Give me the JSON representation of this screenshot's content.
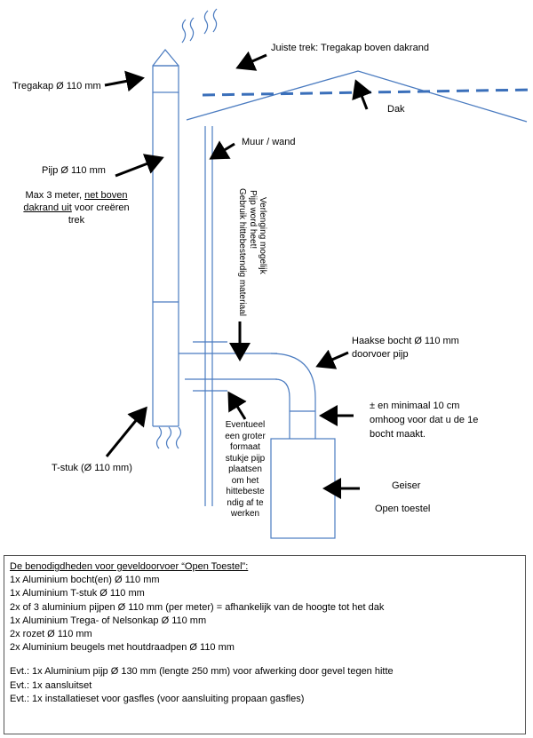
{
  "labels": {
    "tregakap": "Tregakap Ø 110 mm",
    "juiste_trek": "Juiste trek: Tregakap boven  dakrand",
    "dak": "Dak",
    "muur": "Muur / wand",
    "pijp": "Pijp Ø 110 mm",
    "max_pre": "Max 3 meter, ",
    "max_underline": "net boven dakrand uit",
    "max_post": " voor creëren trek",
    "vertical_1": "Verlenging mogelijk",
    "vertical_2": "Pijp word heet!",
    "vertical_3": "Gebruik hittebestendig materiaal",
    "haakse_bocht_1": "Haakse bocht Ø 110 mm",
    "haakse_bocht_2": "doorvoer pijp",
    "minimaal_1": "± en minimaal  10 cm",
    "minimaal_2": "omhoog voor dat u de 1e",
    "minimaal_3": "bocht maakt.",
    "eventueel": "Eventueel een groter formaat stukje pijp plaatsen om het hittebeste ndig af te werken",
    "tstuk": "T-stuk (Ø 110 mm)",
    "geiser": "Geiser",
    "open_toestel": "Open toestel"
  },
  "parts": {
    "heading": "De benodigdheden voor geveldoorvoer “Open Toestel”:",
    "items": [
      "1x Aluminium bocht(en) Ø 110 mm",
      "1x Aluminium T-stuk Ø 110 mm",
      "2x of 3 aluminium pijpen Ø 110 mm (per meter) = afhankelijk van de hoogte tot het dak",
      "1x Aluminium Trega- of Nelsonkap Ø 110 mm",
      "2x rozet Ø 110 mm",
      "2x Aluminium beugels met houtdraadpen Ø 110 mm"
    ],
    "extras": [
      "Evt.: 1x Aluminium pijp Ø 130 mm (lengte 250 mm) voor afwerking door gevel tegen hitte",
      "Evt.: 1x aansluitset",
      "Evt.: 1x installatieset voor gasfles  (voor aansluiting propaan gasfles)"
    ]
  },
  "colors": {
    "line": "#4a7bc0",
    "dashed_roofline": "#3a6fba",
    "arrow": "#000000"
  }
}
